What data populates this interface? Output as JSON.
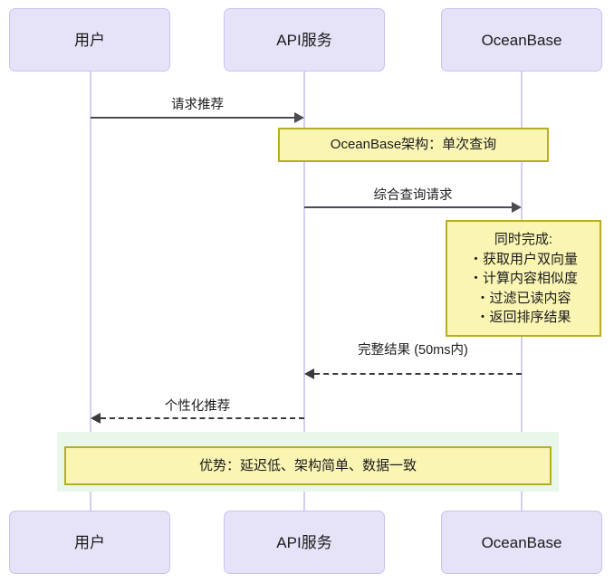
{
  "diagram": {
    "type": "sequence-diagram",
    "colors": {
      "actor_fill": "#e6e3f8",
      "actor_border": "#c9c3ef",
      "lifeline": "#d6cdf0",
      "note_fill": "#fbf5b4",
      "note_border": "#b5ae22",
      "band_fill": "#e8f7ea",
      "arrow": "#4b4b52",
      "text": "#1a1a1a"
    },
    "participants": [
      {
        "id": "user",
        "label": "用户"
      },
      {
        "id": "api",
        "label": "API服务"
      },
      {
        "id": "oceanbase",
        "label": "OceanBase"
      }
    ],
    "participants_bottom": [
      {
        "id": "user",
        "label": "用户"
      },
      {
        "id": "api",
        "label": "API服务"
      },
      {
        "id": "oceanbase",
        "label": "OceanBase"
      }
    ],
    "messages": [
      {
        "id": "m1",
        "label": "请求推荐",
        "from": "user",
        "to": "api",
        "style": "solid",
        "direction": "right"
      },
      {
        "id": "m2",
        "label": "综合查询请求",
        "from": "api",
        "to": "oceanbase",
        "style": "solid",
        "direction": "right"
      },
      {
        "id": "m3",
        "label": "完整结果 (50ms内)",
        "from": "oceanbase",
        "to": "api",
        "style": "dashed",
        "direction": "left"
      },
      {
        "id": "m4",
        "label": "个性化推荐",
        "from": "api",
        "to": "user",
        "style": "dashed",
        "direction": "left"
      }
    ],
    "notes": [
      {
        "id": "note1",
        "lines": [
          "OceanBase架构：单次查询"
        ],
        "over": "api-oceanbase"
      },
      {
        "id": "note2",
        "lines": [
          "同时完成:",
          "・获取用户双向量",
          "・计算内容相似度",
          "・过滤已读内容",
          "・返回排序结果"
        ],
        "over": "oceanbase"
      },
      {
        "id": "note3",
        "lines": [
          "优势：延迟低、架构简单、数据一致"
        ],
        "over": "all",
        "highlighted": true
      }
    ]
  }
}
